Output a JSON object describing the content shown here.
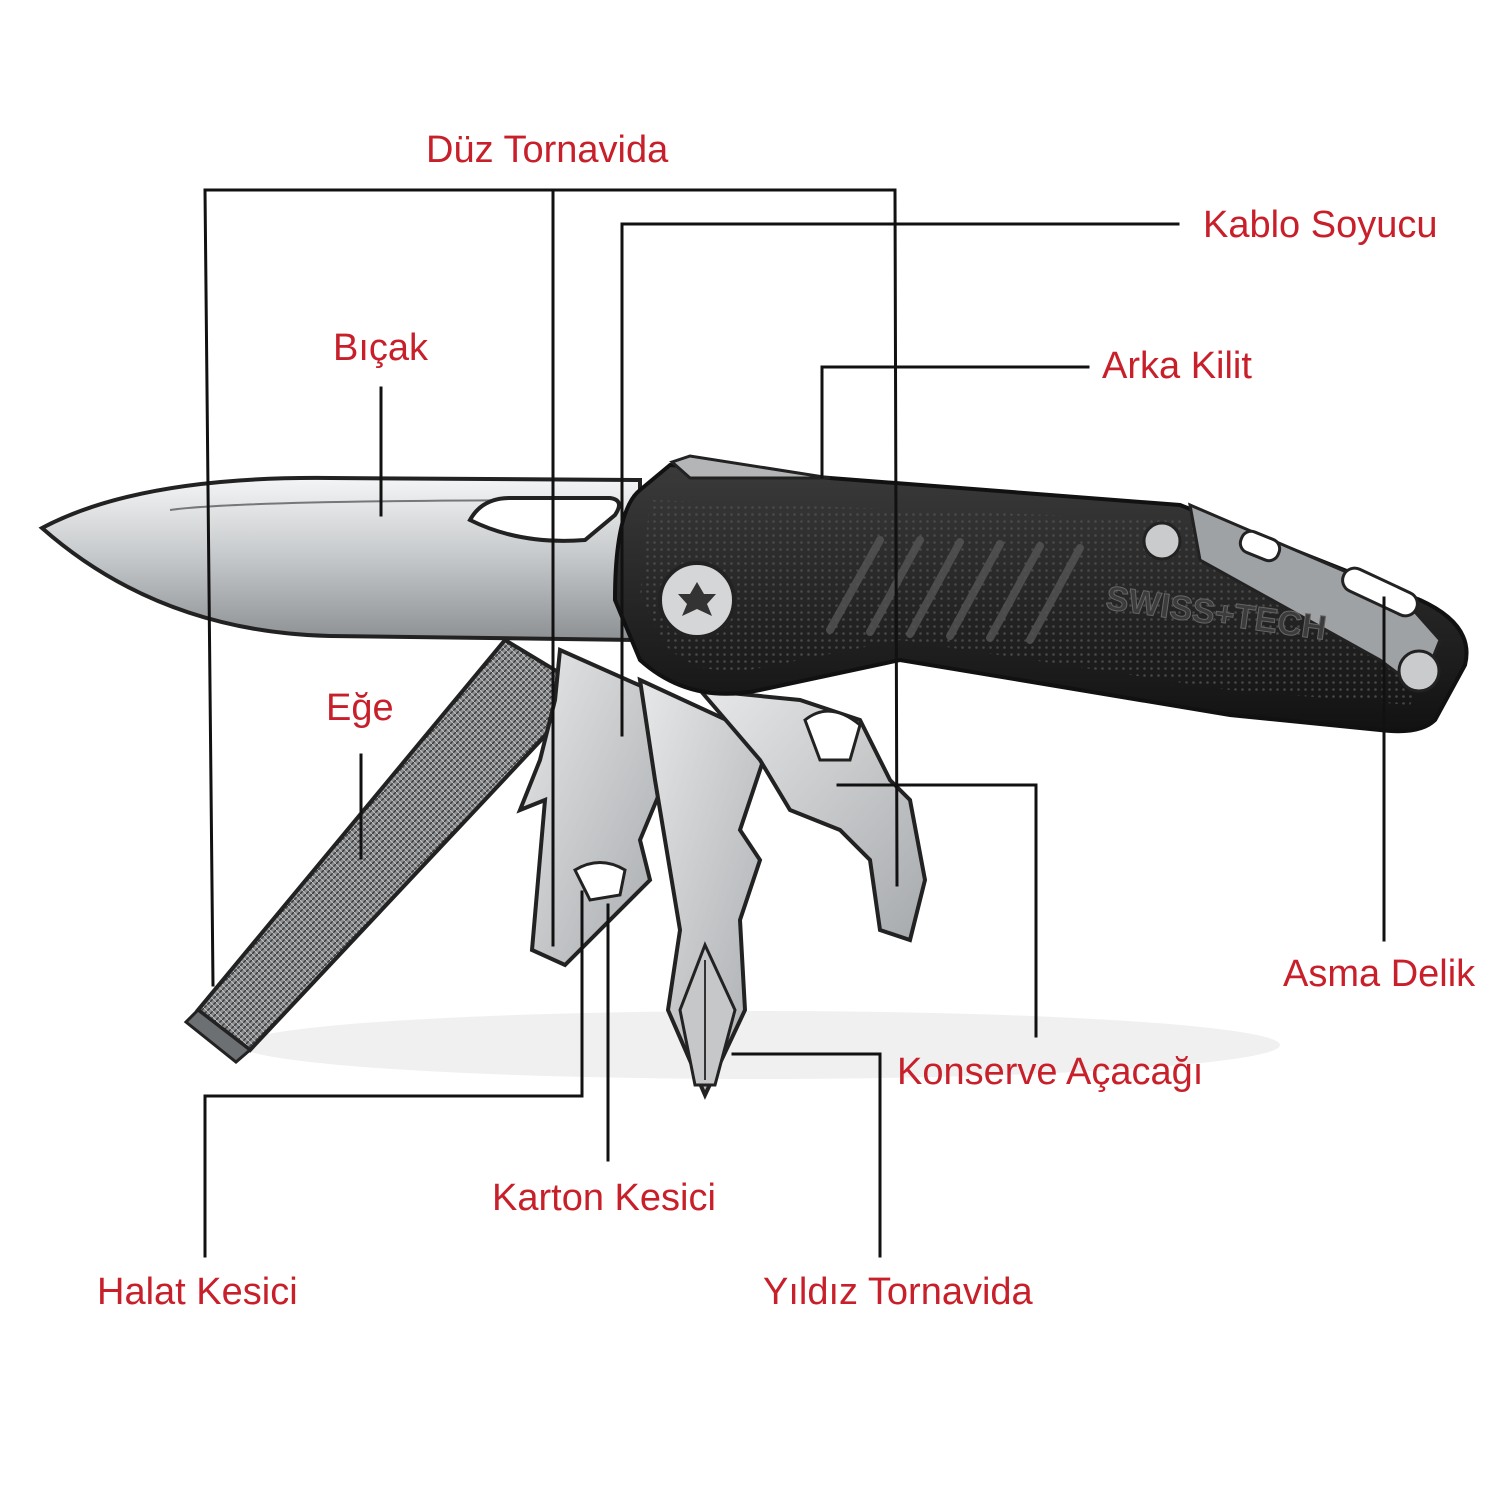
{
  "colors": {
    "label": "#c8202a",
    "leader_line": "#111111",
    "handle": "#1c1c1c",
    "blade": "#d6d8da",
    "tool_steel": "#c9cbcd",
    "background": "#ffffff"
  },
  "product": {
    "brand_logo": "SWISS+TECH"
  },
  "labels": {
    "duz_tornavida": "Düz Tornavida",
    "kablo_soyucu": "Kablo Soyucu",
    "bicak": "Bıçak",
    "arka_kilit": "Arka Kilit",
    "ege": "Eğe",
    "asma_delik": "Asma Delik",
    "konserve_acacagi": "Konserve Açacağı",
    "karton_kesici": "Karton Kesici",
    "halat_kesici": "Halat Kesici",
    "yildiz_tornavida": "Yıldız Tornavida"
  }
}
